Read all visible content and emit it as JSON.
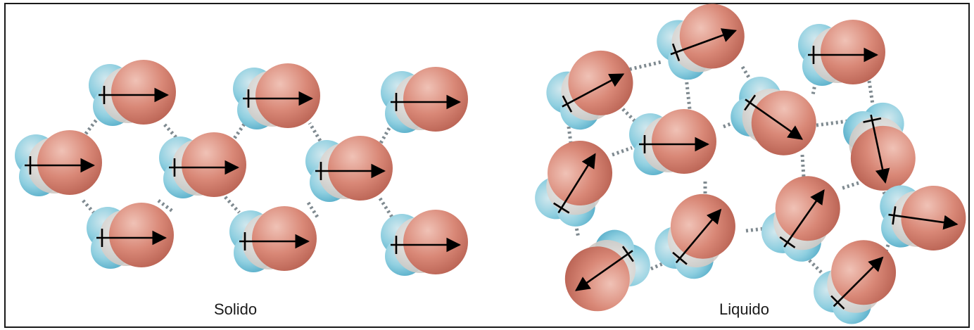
{
  "panels": [
    {
      "label": "Solido"
    },
    {
      "label": "Liquido"
    }
  ],
  "colors": {
    "oxygen": "#d97e6e",
    "hydrogen": "#7cc7dc",
    "hydrogen_bond": "#7f8a90",
    "dipole_arrow": "#000000",
    "frame": "#1a1a1a"
  },
  "icons": {
    "molecule": "water-molecule-icon",
    "dipole": "dipole-arrow-icon",
    "bond": "hydrogen-bond-dotted-line"
  }
}
